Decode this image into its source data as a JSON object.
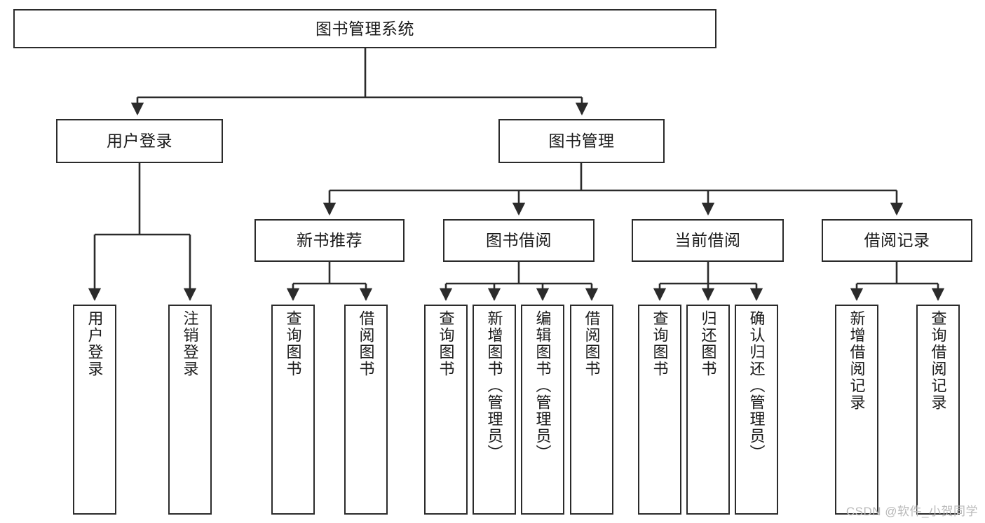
{
  "diagram": {
    "title": "图书管理系统",
    "type": "tree-hierarchy-diagram",
    "watermark": "CSDN @软件_小贺同学",
    "colors": {
      "background": "#ffffff",
      "node_border": "#2b2b2b",
      "node_fill": "#ffffff",
      "edge": "#2b2b2b",
      "text": "#1b1b1b",
      "watermark": "#b9b9b9"
    },
    "root": {
      "label": "图书管理系统"
    },
    "level2": [
      {
        "label": "用户登录"
      },
      {
        "label": "图书管理"
      }
    ],
    "level3": [
      {
        "label": "新书推荐"
      },
      {
        "label": "图书借阅"
      },
      {
        "label": "当前借阅"
      },
      {
        "label": "借阅记录"
      }
    ],
    "leaves": {
      "user_login": [
        {
          "label": "用户登录"
        },
        {
          "label": "注销登录"
        }
      ],
      "new_book_recommend": [
        {
          "label": "查询图书"
        },
        {
          "label": "借阅图书"
        }
      ],
      "book_borrow": [
        {
          "label": "查询图书"
        },
        {
          "label": "新增图书（管理员）"
        },
        {
          "label": "编辑图书（管理员）"
        },
        {
          "label": "借阅图书"
        }
      ],
      "current_borrow": [
        {
          "label": "查询图书"
        },
        {
          "label": "归还图书"
        },
        {
          "label": "确认归还（管理员）"
        }
      ],
      "borrow_record": [
        {
          "label": "新增借阅记录"
        },
        {
          "label": "查询借阅记录"
        }
      ]
    }
  }
}
